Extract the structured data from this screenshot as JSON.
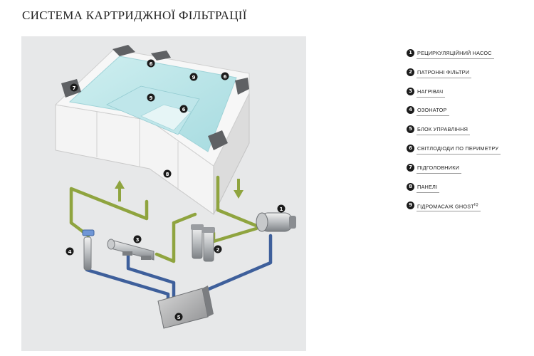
{
  "title": "СИСТЕМА КАРТРИДЖНОЇ ФІЛЬТРАЦІЇ",
  "colors": {
    "flow_to_spa": "#8fa43f",
    "flow_from_spa": "#3e5f9b",
    "badge": "#1b1b1b",
    "background_panel": "#e7e8e9"
  },
  "legend": [
    {
      "num": "1",
      "label": "РЕЦИРКУЛЯЦІЙНИЙ НАСОС"
    },
    {
      "num": "2",
      "label": "ПАТРОННІ ФІЛЬТРИ"
    },
    {
      "num": "3",
      "label": "НАГРІВАЧ"
    },
    {
      "num": "4",
      "label": "ОЗОНАТОР"
    },
    {
      "num": "5",
      "label": "БЛОК УПРАВЛІННЯ"
    },
    {
      "num": "6",
      "label": "СВІТЛОДІОДИ ПО ПЕРИМЕТРУ"
    },
    {
      "num": "7",
      "label": "ПІДГОЛОВНИКИ"
    },
    {
      "num": "8",
      "label": "ПАНЕЛІ"
    },
    {
      "num": "9",
      "label": "ГІДРОМАСАЖ GHOST",
      "sup": "IQ"
    }
  ],
  "markers": {
    "pump": "1",
    "filters": "2",
    "heater": "3",
    "ozonator": "4",
    "control_unit": "5",
    "led_top_left": "6",
    "led_top_right": "6",
    "led_inner": "6",
    "headrest": "7",
    "panels": "8",
    "jets_top": "9",
    "jets_inner": "9"
  },
  "icons": {
    "arrow_up": "arrow-up-icon",
    "arrow_down": "arrow-down-icon"
  }
}
